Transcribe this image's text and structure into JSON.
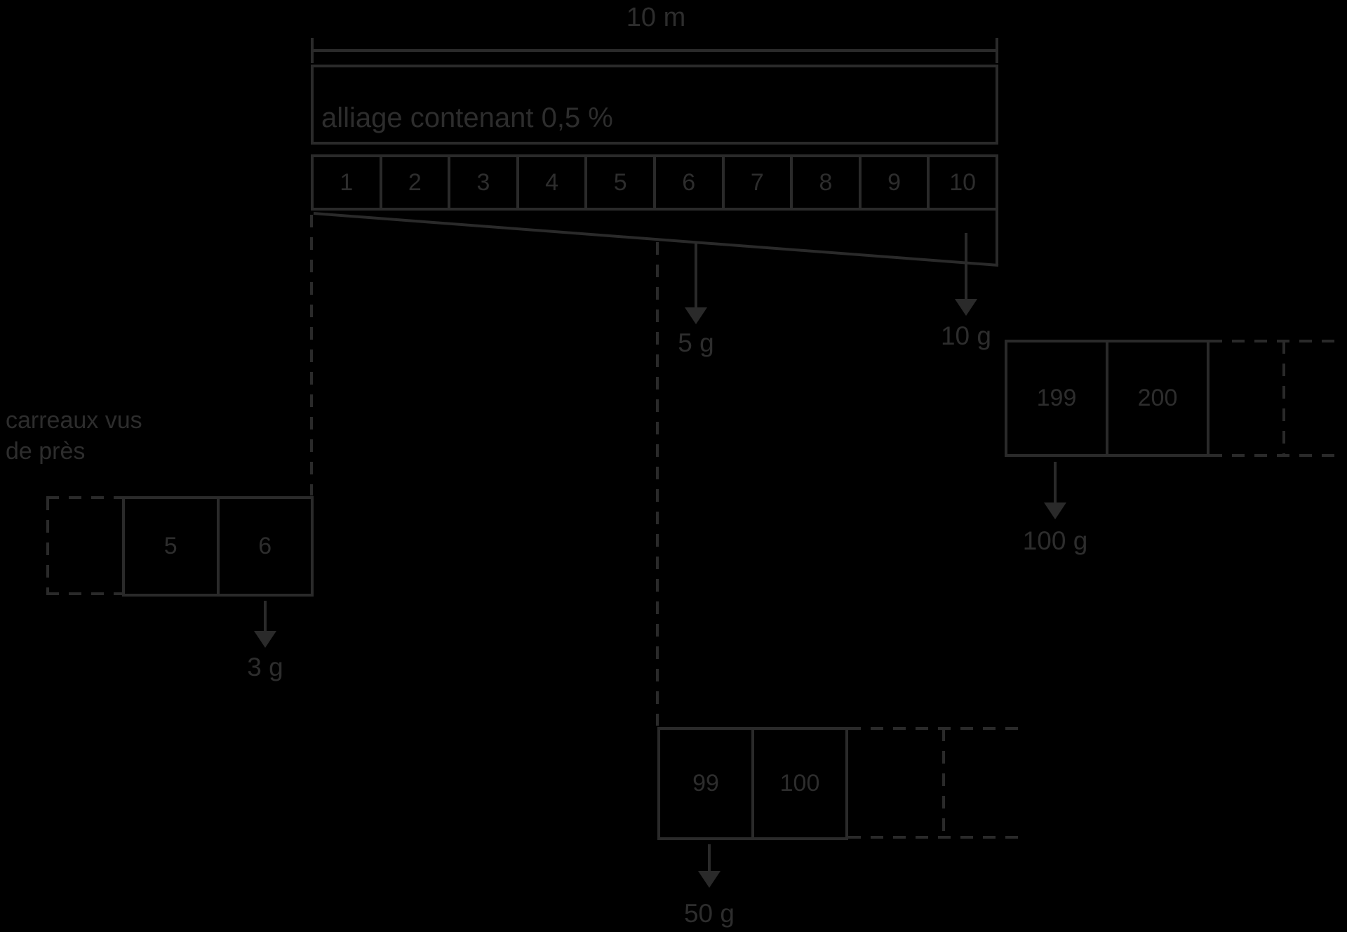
{
  "colors": {
    "background": "#000000",
    "stroke": "#2a2a2a",
    "text": "#2d2d2d"
  },
  "dimension": {
    "total_length_label": "10 m"
  },
  "bar": {
    "label": "alliage contenant 0,5 %"
  },
  "strip": {
    "cells": [
      "1",
      "2",
      "3",
      "4",
      "5",
      "6",
      "7",
      "8",
      "9",
      "10"
    ],
    "mid_arrow_label": "5 g",
    "end_arrow_label": "10 g"
  },
  "caption": {
    "line1": "carreaux vus",
    "line2": "de près"
  },
  "left_detail": {
    "cells": [
      "5",
      "6"
    ],
    "arrow_label": "3 g"
  },
  "right_detail": {
    "cells": [
      "199",
      "200"
    ],
    "arrow_label": "100 g"
  },
  "bottom_detail": {
    "cells": [
      "99",
      "100"
    ],
    "arrow_label": "50 g"
  }
}
